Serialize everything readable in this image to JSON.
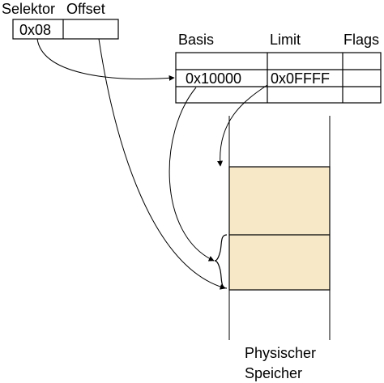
{
  "selector": {
    "label_selector": "Selektor",
    "label_offset": "Offset",
    "value": "0x08"
  },
  "descriptor_table": {
    "headers": [
      "Basis",
      "Limit",
      "Flags"
    ],
    "row": {
      "basis": "0x10000",
      "limit": "0x0FFFF"
    }
  },
  "memory": {
    "caption_line1": "Physischer",
    "caption_line2": "Speicher"
  },
  "colors": {
    "segment_fill": "#f7e8c8",
    "stroke": "#000000"
  }
}
